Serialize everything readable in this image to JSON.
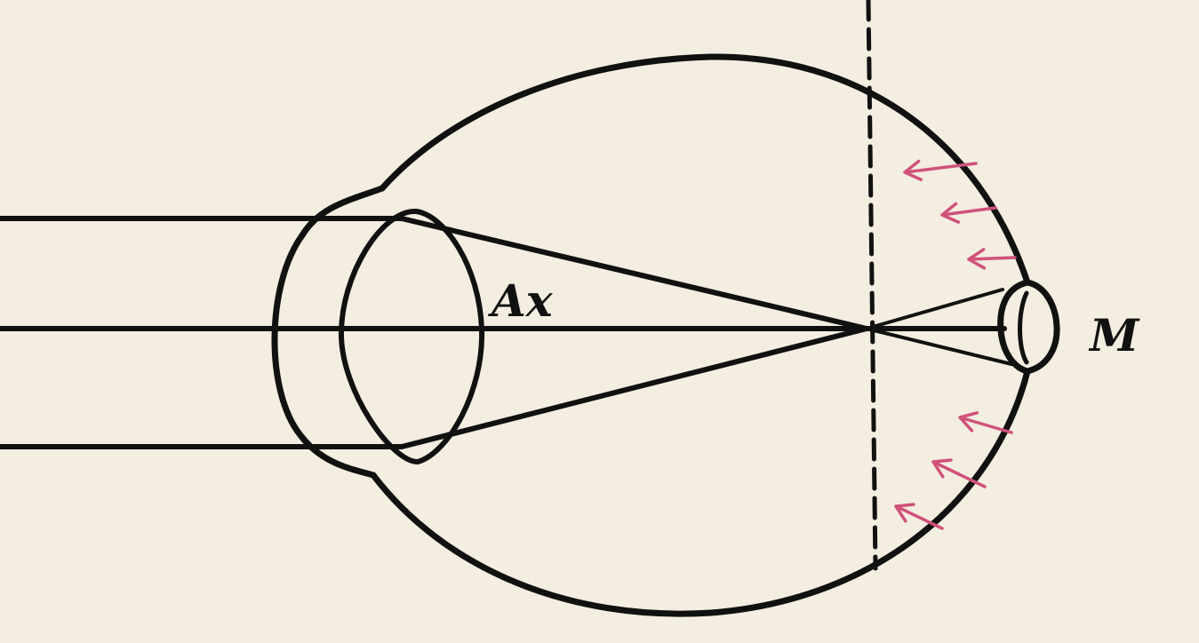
{
  "labels": {
    "axis": "Ax",
    "macula": "M"
  },
  "colors": {
    "background": "#f3eee0",
    "ink": "#111111",
    "arrows": "#d0527a"
  },
  "annotation_arrows": {
    "count": 6,
    "direction": "inward-toward-dashed-line"
  }
}
